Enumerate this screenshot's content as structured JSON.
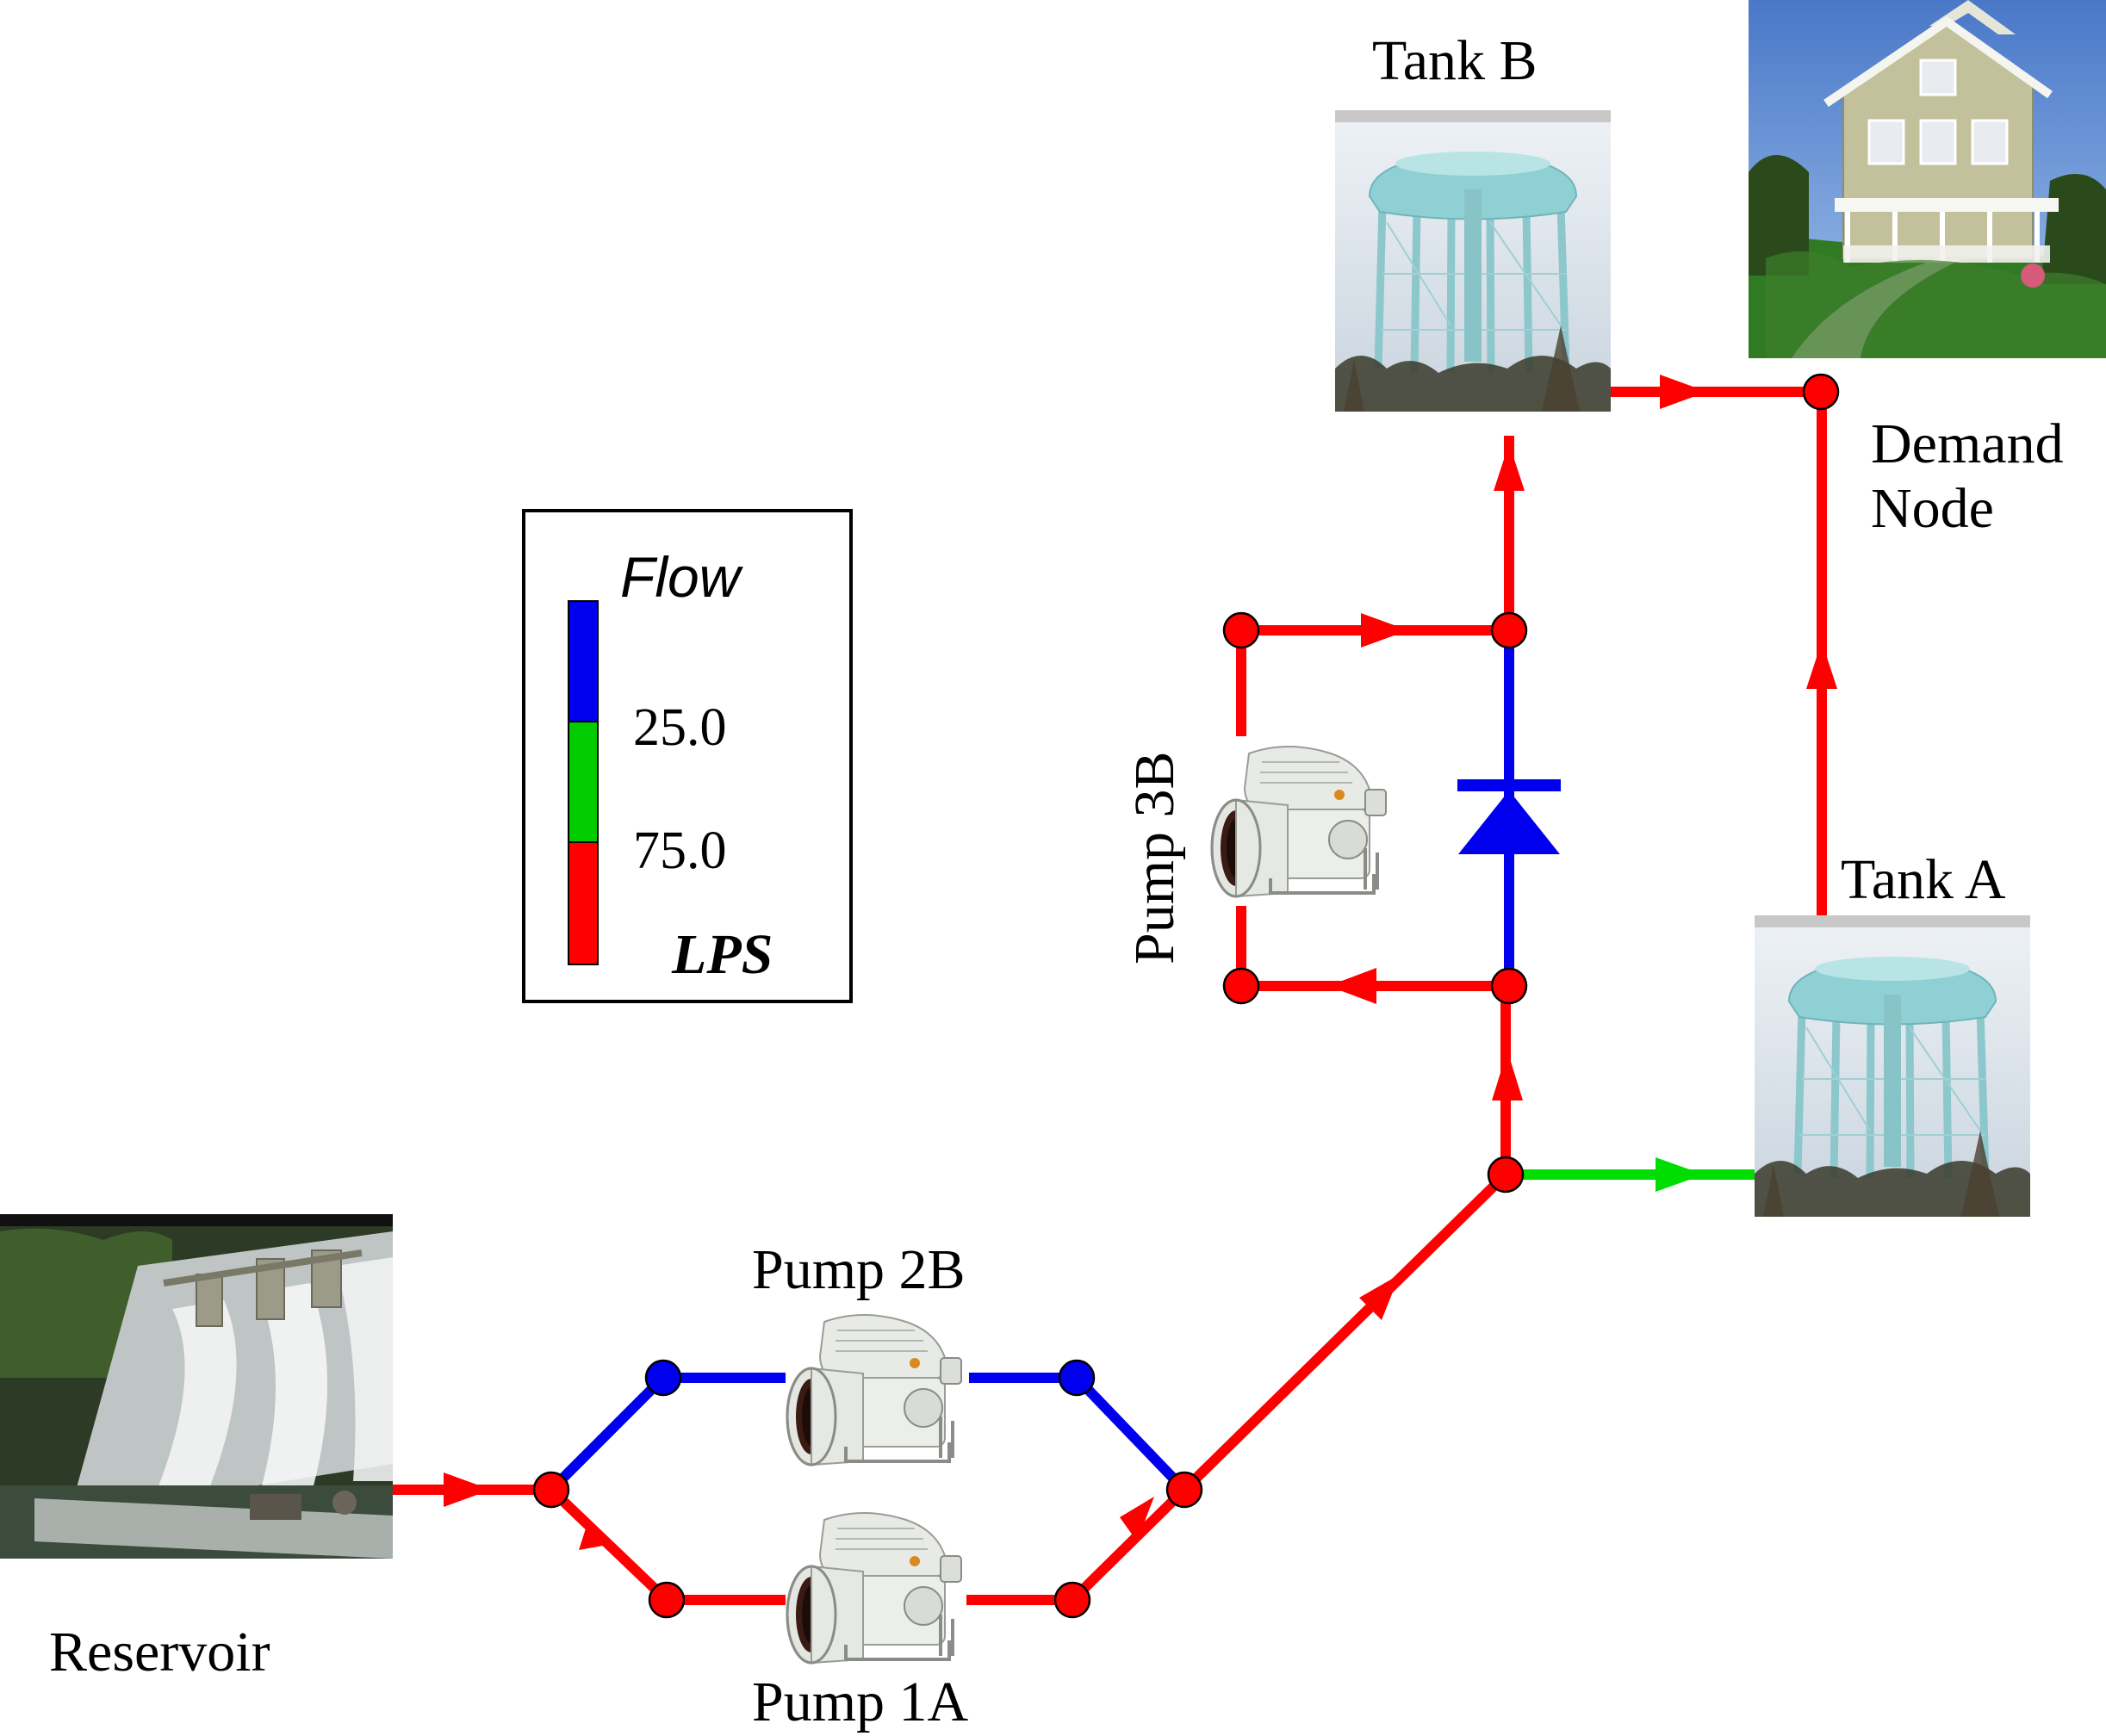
{
  "labels": {
    "reservoir": "Reservoir",
    "pump_1a": "Pump 1A",
    "pump_2b": "Pump 2B",
    "pump_3b": "Pump 3B",
    "tank_a": "Tank A",
    "tank_b": "Tank B",
    "demand_line1": "Demand",
    "demand_line2": "Node"
  },
  "legend": {
    "title": "Flow",
    "tick_low": "25.0",
    "tick_high": "75.0",
    "unit": "LPS"
  },
  "colors": {
    "low_flow": "#0000ff",
    "mid_flow": "#00cc00",
    "high_flow": "#ff0000",
    "node_fill": "#ff0000",
    "pipe_red": "#ff0000",
    "pipe_blue": "#0000ee",
    "pipe_green": "#00dd00"
  }
}
